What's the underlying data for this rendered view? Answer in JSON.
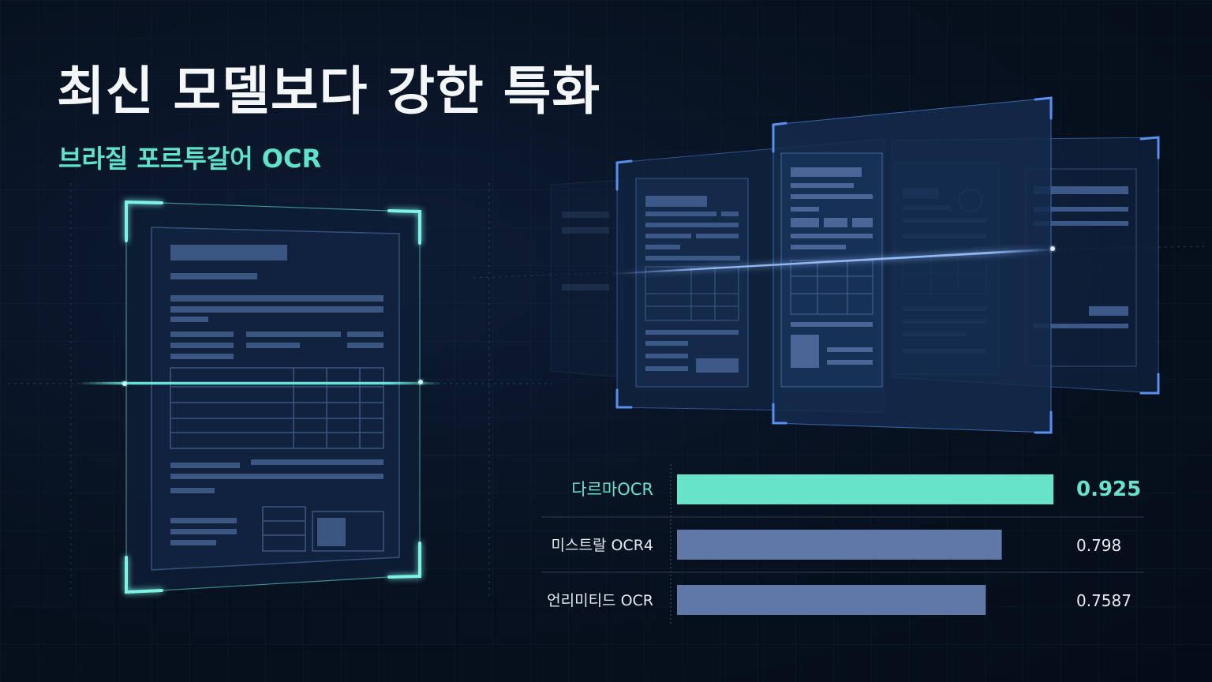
{
  "header": {
    "title": "최신 모델보다 강한 특화",
    "subtitle": "브라질 포르투갈어 OCR"
  },
  "colors": {
    "accent": "#66e3c8",
    "bar_default": "#5f78a6",
    "background": "#07111f",
    "scan_cyan": "#6ff2e0",
    "frame_blue": "#4a86e8"
  },
  "illustration": {
    "left": "scanned-document-icon",
    "right": "stacked-documents-icon"
  },
  "chart_data": {
    "type": "bar",
    "orientation": "horizontal",
    "categories": [
      "다르마OCR",
      "미스트랄 OCR4",
      "언리미티드 OCR"
    ],
    "values": [
      0.925,
      0.798,
      0.7587
    ],
    "value_labels": [
      "0.925",
      "0.798",
      "0.7587"
    ],
    "highlight": "다르마OCR",
    "xlim": [
      0,
      0.95
    ],
    "grid": false,
    "legend": "none"
  }
}
